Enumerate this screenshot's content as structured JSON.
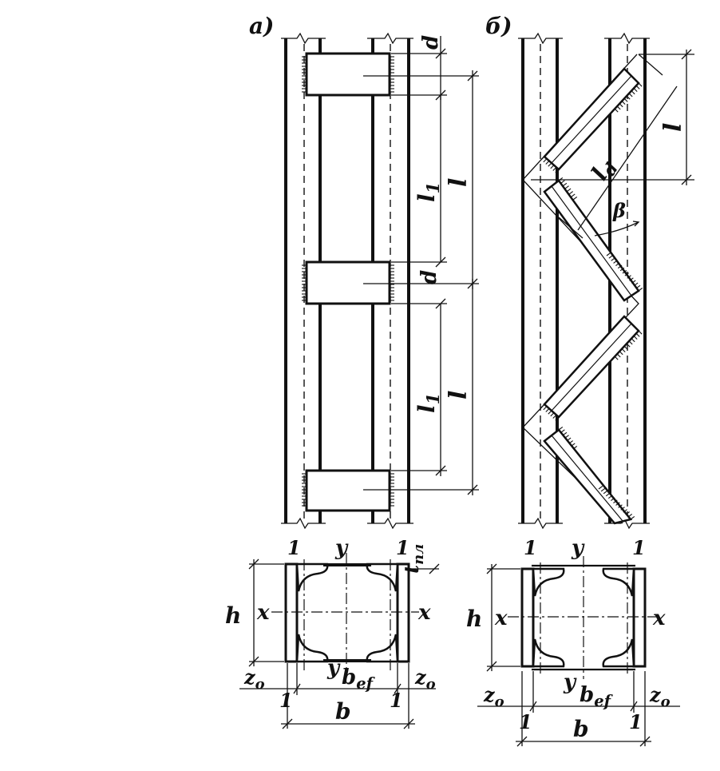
{
  "panel_a": {
    "label": "a)",
    "dim_d_top": "d",
    "dim_l1_top": "l1",
    "dim_l_top": "l",
    "dim_d_mid": "d",
    "dim_l1_bottom": "l1",
    "dim_l_bottom": "l"
  },
  "panel_b": {
    "label": "б)",
    "dim_ld": "ld",
    "dim_l": "l",
    "angle": "β"
  },
  "section_a": {
    "y_top": "y",
    "y_bottom": "y",
    "x_left": "x",
    "x_right": "x",
    "h": "h",
    "one_tl": "1",
    "one_tr": "1",
    "one_bl": "1",
    "one_br": "1",
    "t_pl": "tпл",
    "b_ef": "bef",
    "b": "b",
    "z0_left": "zo",
    "z0_right": "zo"
  },
  "section_b": {
    "y_top": "y",
    "y_bottom": "y",
    "x_left": "x",
    "x_right": "x",
    "h": "h",
    "one_tl": "1",
    "one_tr": "1",
    "one_bl": "1",
    "one_br": "1",
    "b_ef": "bef",
    "b": "b",
    "z0_left": "zo",
    "z0_right": "zo"
  }
}
